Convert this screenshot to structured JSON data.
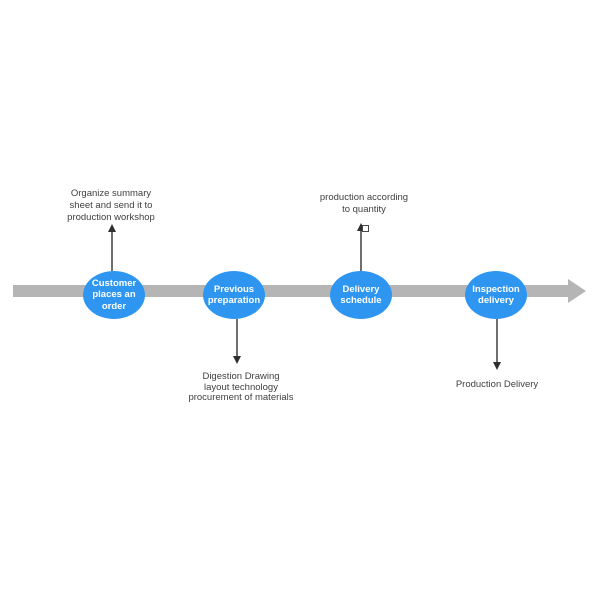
{
  "diagram": {
    "type": "timeline-flow",
    "colors": {
      "background": "#ffffff",
      "timeline": "#b5b5b5",
      "node_fill": "#2e96f0",
      "node_text": "#ffffff",
      "annotation_text": "#3f3f3f",
      "connector": "#6e6e6e",
      "arrowhead": "#2f2f2f"
    },
    "nodes": [
      {
        "label": "Customer places an order",
        "lines": [
          "Customer",
          "places an",
          "order"
        ]
      },
      {
        "label": "Previous preparation",
        "lines": [
          "Previous",
          "preparation"
        ]
      },
      {
        "label": "Delivery schedule",
        "lines": [
          "Delivery",
          "schedule"
        ]
      },
      {
        "label": "Inspection delivery",
        "lines": [
          "Inspection",
          "delivery"
        ]
      }
    ],
    "annotations": [
      {
        "label": "Organize summary sheet and send it to production workshop",
        "side": "above",
        "attached_to": "Customer places an order",
        "lines": [
          "Organize summary",
          "sheet and send it to",
          "production workshop"
        ]
      },
      {
        "label": "production according to quantity",
        "side": "above",
        "attached_to": "Delivery schedule",
        "lines": [
          "production according",
          "to quantity"
        ]
      },
      {
        "label": "Digestion Drawing layout technology procurement of materials",
        "side": "below",
        "attached_to": "Previous preparation",
        "lines": [
          "Digestion Drawing",
          "layout technology",
          "procurement of materials"
        ]
      },
      {
        "label": "Production Delivery",
        "side": "below",
        "attached_to": "Inspection delivery",
        "lines": [
          "Production Delivery"
        ]
      }
    ]
  }
}
